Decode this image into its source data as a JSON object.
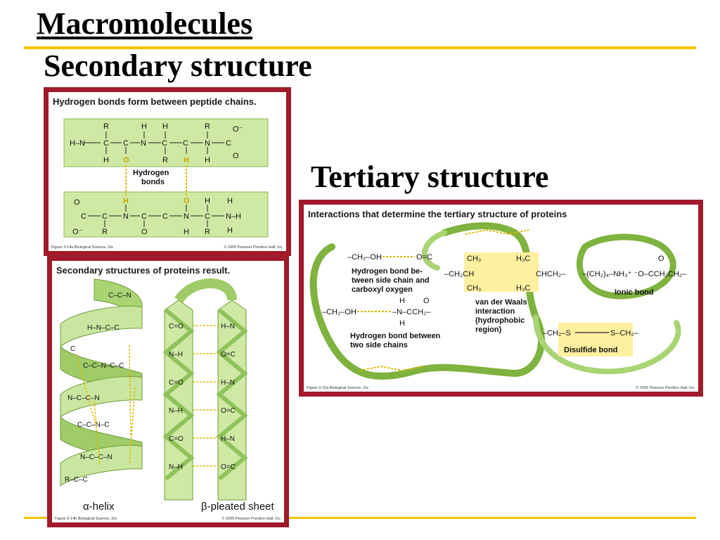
{
  "slide": {
    "title": "Macromolecules",
    "secondary_heading": "Secondary structure",
    "tertiary_heading": "Tertiary structure",
    "accent_color": "#f2c500",
    "frame_color": "#a01a2a"
  },
  "hbonds_figure": {
    "title": "Hydrogen bonds form between peptide chains.",
    "bond_label_line1": "Hydrogen",
    "bond_label_line2": "bonds",
    "caption_left": "Figure 3-14a  Biological Science, 2/e",
    "caption_right": "© 2005 Pearson Prentice Hall, Inc."
  },
  "secondary_figure": {
    "title": "Secondary structures of proteins result.",
    "helix_label": "α-helix",
    "sheet_label": "β-pleated sheet",
    "caption_left": "Figure 3-14b  Biological Science, 2/e",
    "caption_right": "© 2005 Pearson Prentice Hall, Inc."
  },
  "tertiary_figure": {
    "title": "Interactions that determine the tertiary structure of proteins",
    "hbond_sc_line1": "Hydrogen bond be-",
    "hbond_sc_line2": "tween side chain and",
    "hbond_sc_line3": "carboxyl oxygen",
    "hbond_two_line1": "Hydrogen bond between",
    "hbond_two_line2": "two side chains",
    "vdw_line1": "van der Waals",
    "vdw_line2": "interaction",
    "vdw_line3": "(hydrophobic",
    "vdw_line4": "region)",
    "ionic_label": "Ionic bond",
    "disulfide_label": "Disulfide bond",
    "caption_left": "Figure 3-15a  Biological Science, 2/e",
    "caption_right": "© 2005 Pearson Prentice Hall, Inc."
  }
}
